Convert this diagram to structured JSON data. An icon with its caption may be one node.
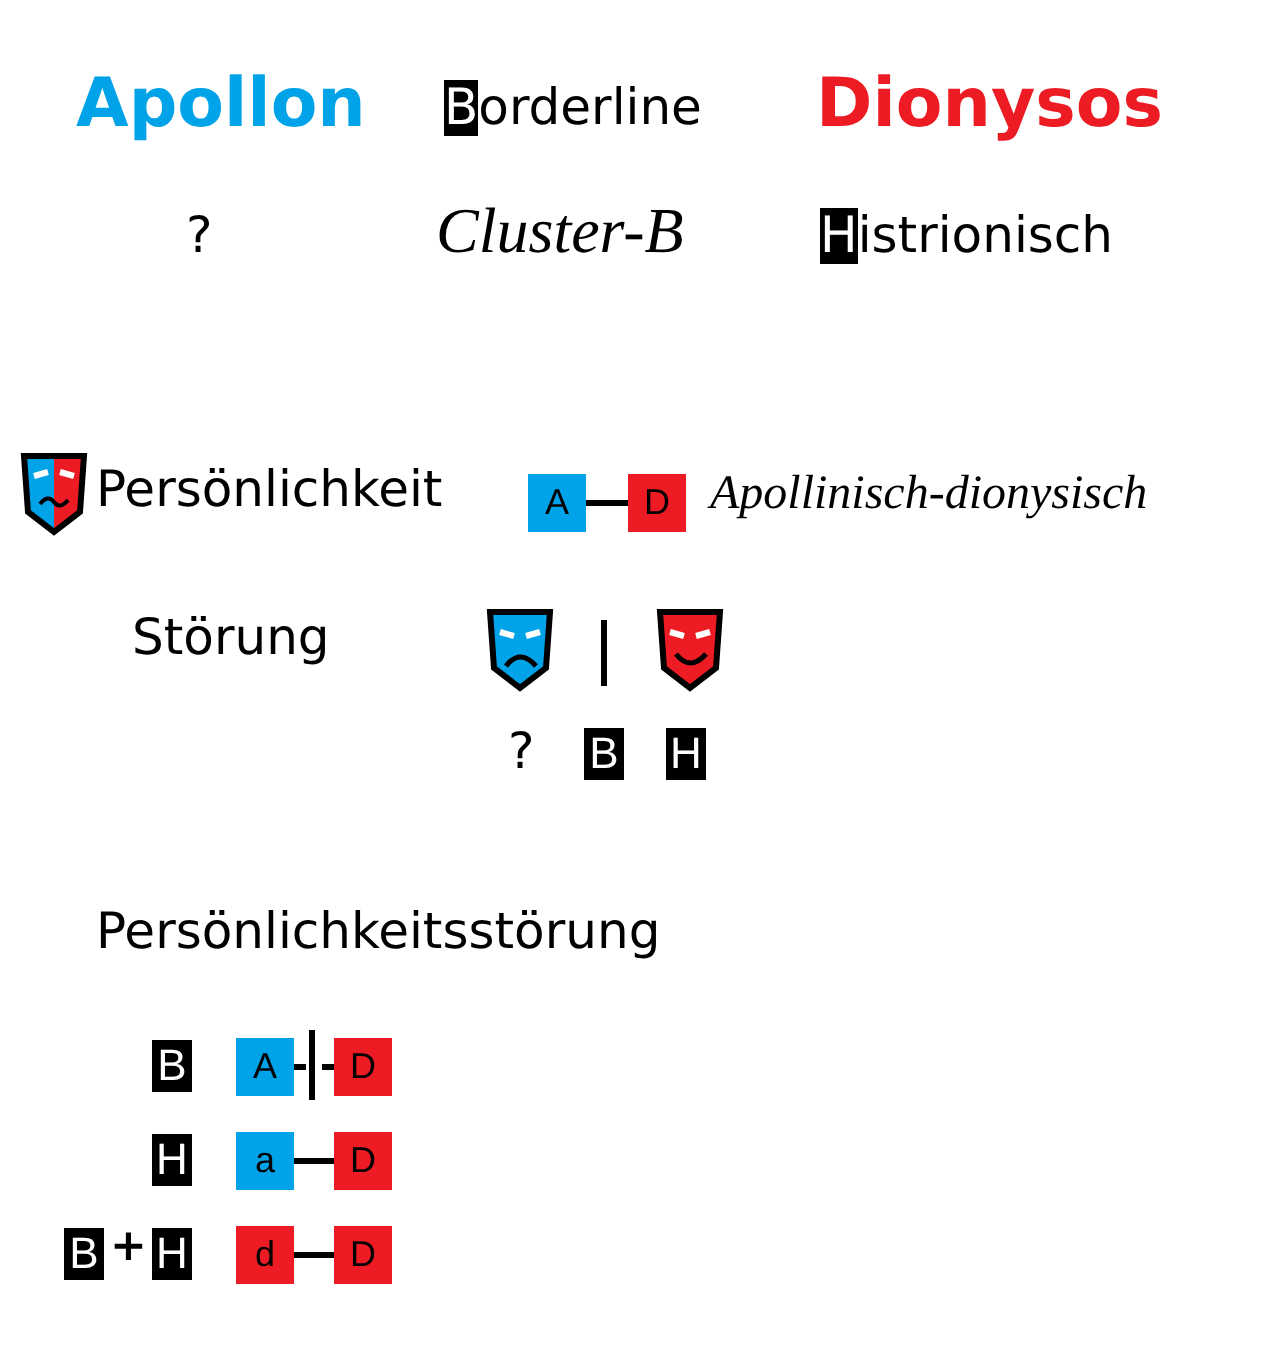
{
  "diagram": {
    "nodes": [
      {
        "text": [
          "A"
        ]
      },
      {
        "text": [
          "D"
        ]
      },
      {
        "text": [
          "A"
        ]
      },
      {
        "text": [
          "D"
        ]
      },
      {
        "text": [
          "a"
        ]
      },
      {
        "text": [
          "D"
        ]
      },
      {
        "text": [
          "d"
        ]
      },
      {
        "text": [
          "D"
        ]
      }
    ],
    "edges": [
      {
        "from": 0,
        "to": 1,
        "arrow": "none"
      },
      {
        "from": 2,
        "to": 3,
        "arrow": "none",
        "style": "dashed"
      },
      {
        "from": 4,
        "to": 5,
        "arrow": "none"
      },
      {
        "from": 6,
        "to": 7,
        "arrow": "none"
      }
    ],
    "labels": [
      "Apollon",
      "Borderline",
      "Dionysos",
      "?",
      "Cluster-B",
      "Histrionisch",
      "Persönlichkeit",
      "Apollinisch-dionysisch",
      "Störung",
      "?",
      "B",
      "H",
      "Persönlichkeitsstörung",
      "B",
      "H",
      "B",
      "+",
      "H"
    ]
  }
}
